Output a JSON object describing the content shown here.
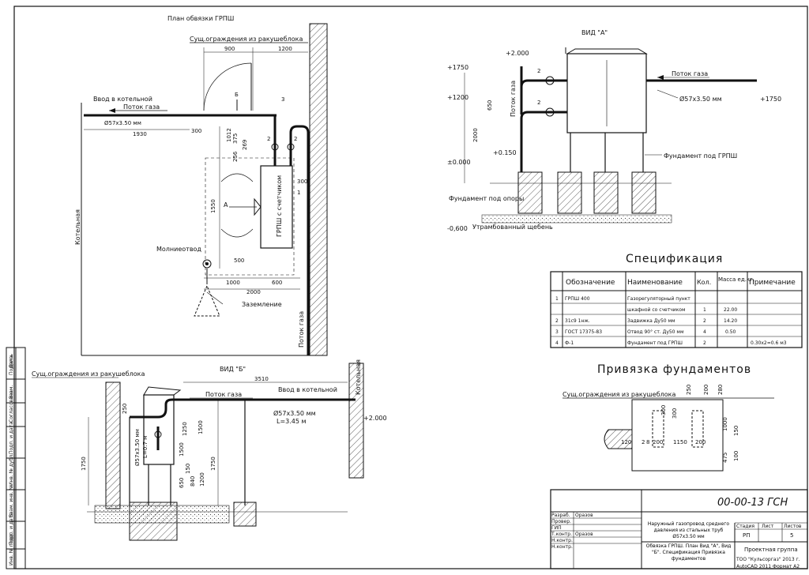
{
  "plan": {
    "title": "План обвязки ГРПШ",
    "fence_top": "Сущ.ограждения из ракушеблока",
    "boiler_inlet": "Ввод в котельной",
    "gas_flow": "Поток газа",
    "pipe": "Ø57х3.50 мм",
    "boiler": "Котельная",
    "cabinet": "ГРПШ с счетчиком",
    "lightning": "Молниеотвод",
    "ground": "Заземление",
    "gas_flow_v": "Поток газа",
    "view_a": "А",
    "view_b": "Б",
    "dims": {
      "d900": "900",
      "d1200": "1200",
      "d1930": "1930",
      "d300": "300",
      "d269": "269",
      "d375": "375",
      "d256": "256",
      "d1012": "1012",
      "d1550": "1550",
      "d300b": "300",
      "d500": "500",
      "d1000": "1000",
      "d600": "600",
      "d2000": "2000"
    },
    "marks": {
      "m1": "1",
      "m2": "2",
      "m3": "3",
      "m2b": "2"
    }
  },
  "view_a": {
    "title": "ВИД \"А\"",
    "gas_flow": "Поток газа",
    "gas_flow_v": "Поток газа",
    "pipe": "Ø57х3.50 мм",
    "foundation_grpsh": "Фундамент под ГРПШ",
    "foundation_supports": "Фундамент под опоры",
    "gravel": "Утрамбованный щебень",
    "levels": {
      "l1": "+2.000",
      "l2": "+1750",
      "l3": "+1200",
      "l4": "+0.150",
      "l5": "±0.000",
      "l6": "-0,600",
      "l7": "+1750"
    },
    "dims": {
      "d650": "650",
      "d2000": "2000"
    },
    "marks": {
      "m2": "2",
      "m2b": "2"
    }
  },
  "view_b": {
    "title": "ВИД \"Б\"",
    "fence": "Сущ.ограждения из ракушеблока",
    "gas_flow": "Поток газа",
    "boiler_inlet": "Ввод в котельной",
    "boiler": "Котельная",
    "pipe": "Ø57х3.50 мм",
    "pipe_len": "L=3.45 м",
    "pipe_v": "Ø57х3.50 мм",
    "pipe_v_len": "L=0.7 м",
    "level": "+2.000",
    "dims": {
      "d3510": "3510",
      "d250": "250",
      "d1250": "1250",
      "d1500": "1500",
      "d1750": "1750",
      "d1750b": "1750",
      "d650": "650",
      "d840": "840",
      "d1200": "1200",
      "d150": "150",
      "d1500b": "1500"
    }
  },
  "spec": {
    "title": "Спецификация",
    "headers": [
      "Обозначение",
      "Наименование",
      "Кол.",
      "Масса ед.кг.",
      "Примечание"
    ],
    "rows": [
      {
        "n": "1",
        "code": "ГРПШ 400",
        "name": "Газорегуляторный пункт",
        "qty": "",
        "mass": "",
        "note": ""
      },
      {
        "n": "",
        "code": "",
        "name": "шкафной со счетчиком",
        "qty": "1",
        "mass": "22.00",
        "note": ""
      },
      {
        "n": "2",
        "code": "31с9 1нж.",
        "name": "Задвижка Ду50 мм",
        "qty": "2",
        "mass": "14.20",
        "note": ""
      },
      {
        "n": "3",
        "code": "ГОСТ 17375-83",
        "name": "Отвод 90° ст. Ду50 мм",
        "qty": "4",
        "mass": "0.50",
        "note": ""
      },
      {
        "n": "4",
        "code": "Ф-1",
        "name": "Фундамент под ГРПШ",
        "qty": "2",
        "mass": "",
        "note": "0.30х2=0.6 м3"
      }
    ]
  },
  "foundations": {
    "title": "Привязка фундаментов",
    "fence": "Сущ.ограждения из ракушеблока",
    "dims": {
      "d250": "250",
      "d200": "200",
      "d280": "280",
      "d300": "300",
      "d300b": "300",
      "d120": "120",
      "d2": "2",
      "d8": "8",
      "d200b": "200",
      "d1150": "1150",
      "d200c": "200",
      "d1000": "1000",
      "d475": "475",
      "d150": "150",
      "d100": "100"
    }
  },
  "stamp": {
    "code": "00-00-13 ГСН",
    "project": "Наружный газопровод среднего давления из стальных труб Ø57х3.50 мм",
    "sheet_title": "Обвязка ГРПШ. План Вид \"А\", Вид \"Б\". Спецификация Привязка фундаментов",
    "roles": [
      "Разраб.",
      "Провер.",
      "ГИП",
      "Т.контр.",
      "Н.контр.",
      "Н.контр."
    ],
    "names": [
      "Оразов",
      "",
      "",
      "Оразов",
      "",
      ""
    ],
    "stage_h": "Стадия",
    "sheet_h": "Лист",
    "sheets_h": "Листов",
    "stage": "РП",
    "sheets": "5",
    "org1": "Проектная группа",
    "org2": "ТОО \"Кульсоргаз\" 2013 г.",
    "footer": "AutoCAD 2011 Формат А2"
  },
  "left_margin": [
    "Инв. № подл.",
    "Подп. и дата",
    "Взам. инв. №",
    "Инв. № дубл.",
    "Подп. и дата",
    "Согласовано",
    "Взам.",
    "Подпись",
    "Дата"
  ]
}
